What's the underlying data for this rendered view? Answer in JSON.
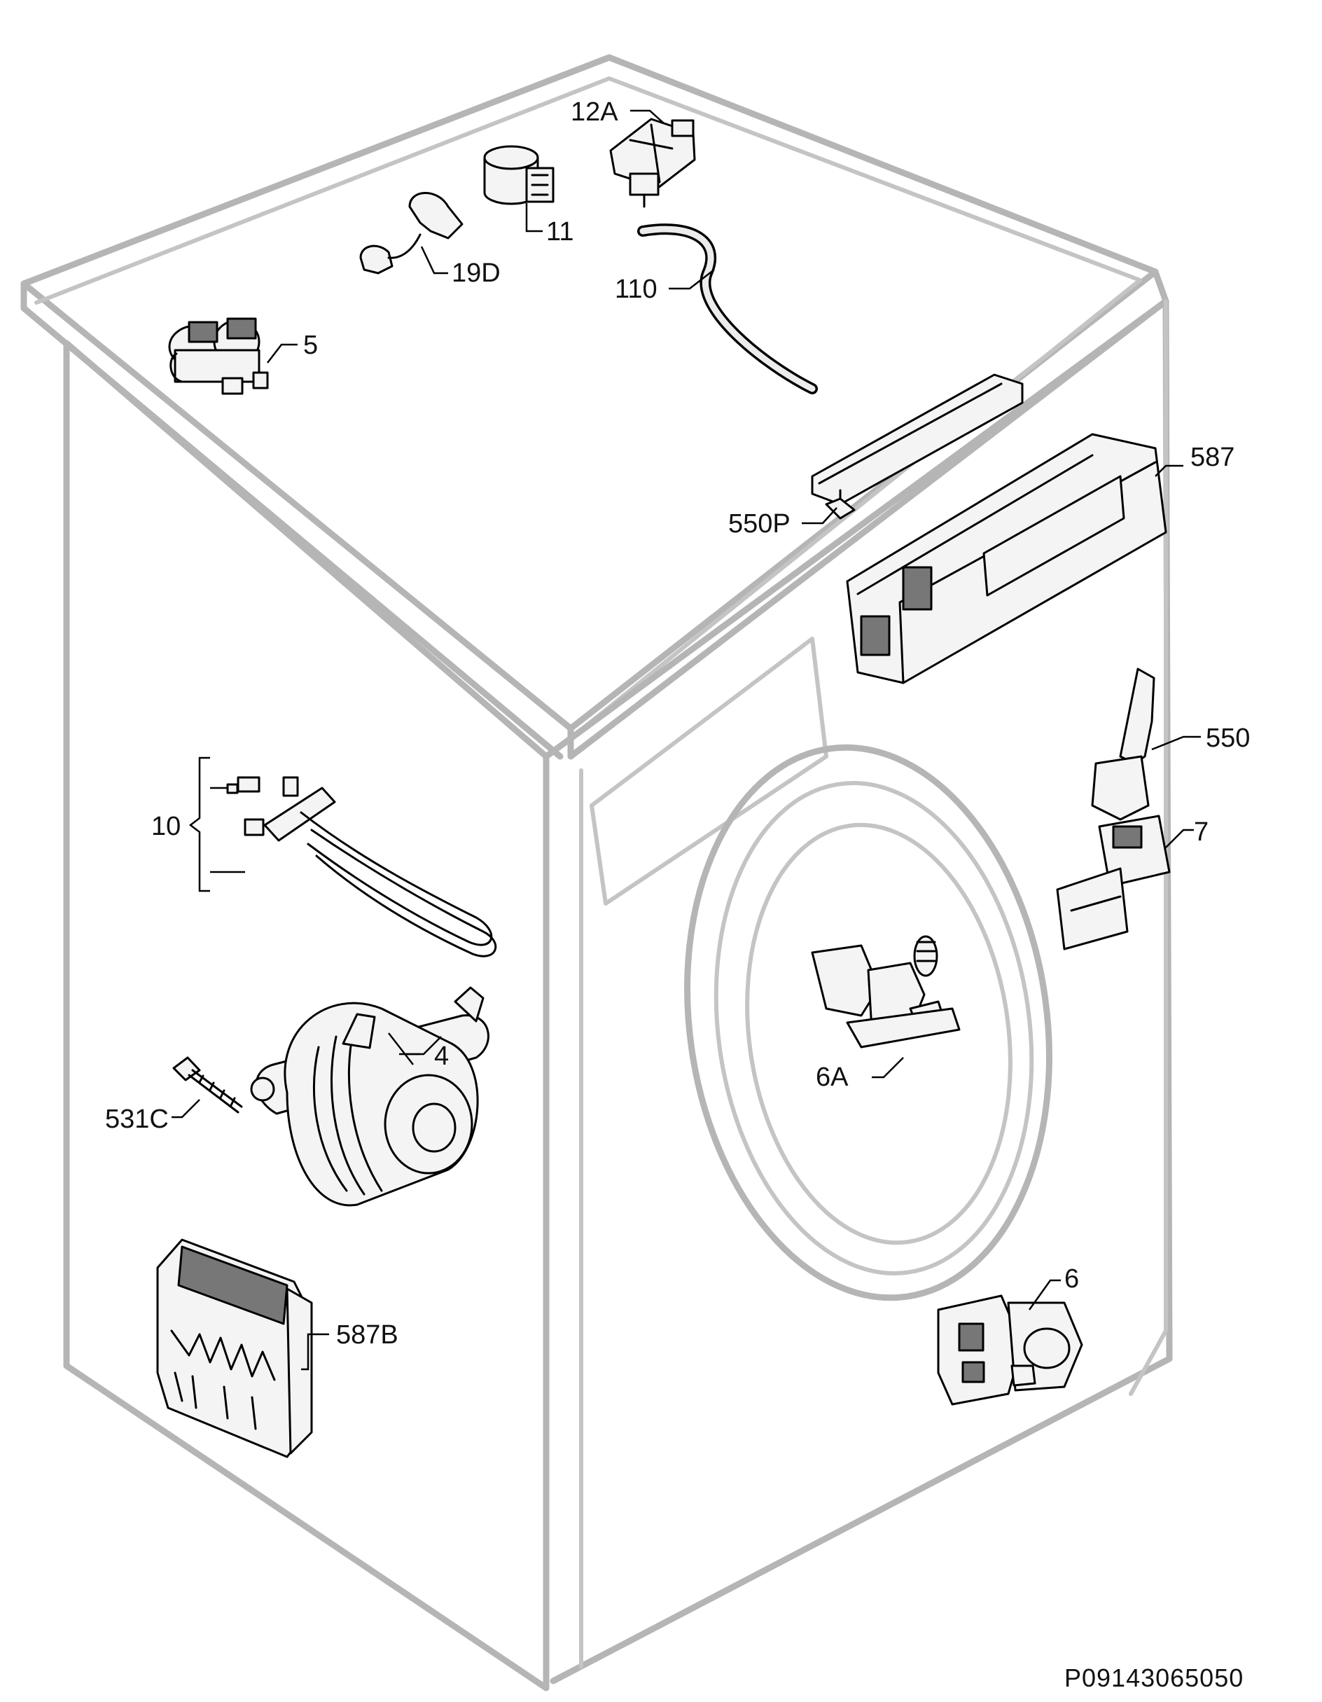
{
  "labels": {
    "p12A": "12A",
    "p11": "11",
    "p19D": "19D",
    "p110": "110",
    "p5": "5",
    "p550P": "550P",
    "p587": "587",
    "p550": "550",
    "p10": "10",
    "p7": "7",
    "p4": "4",
    "p531C": "531C",
    "p6A": "6A",
    "p6": "6",
    "p587B": "587B"
  },
  "doc_id": "P09143065050"
}
